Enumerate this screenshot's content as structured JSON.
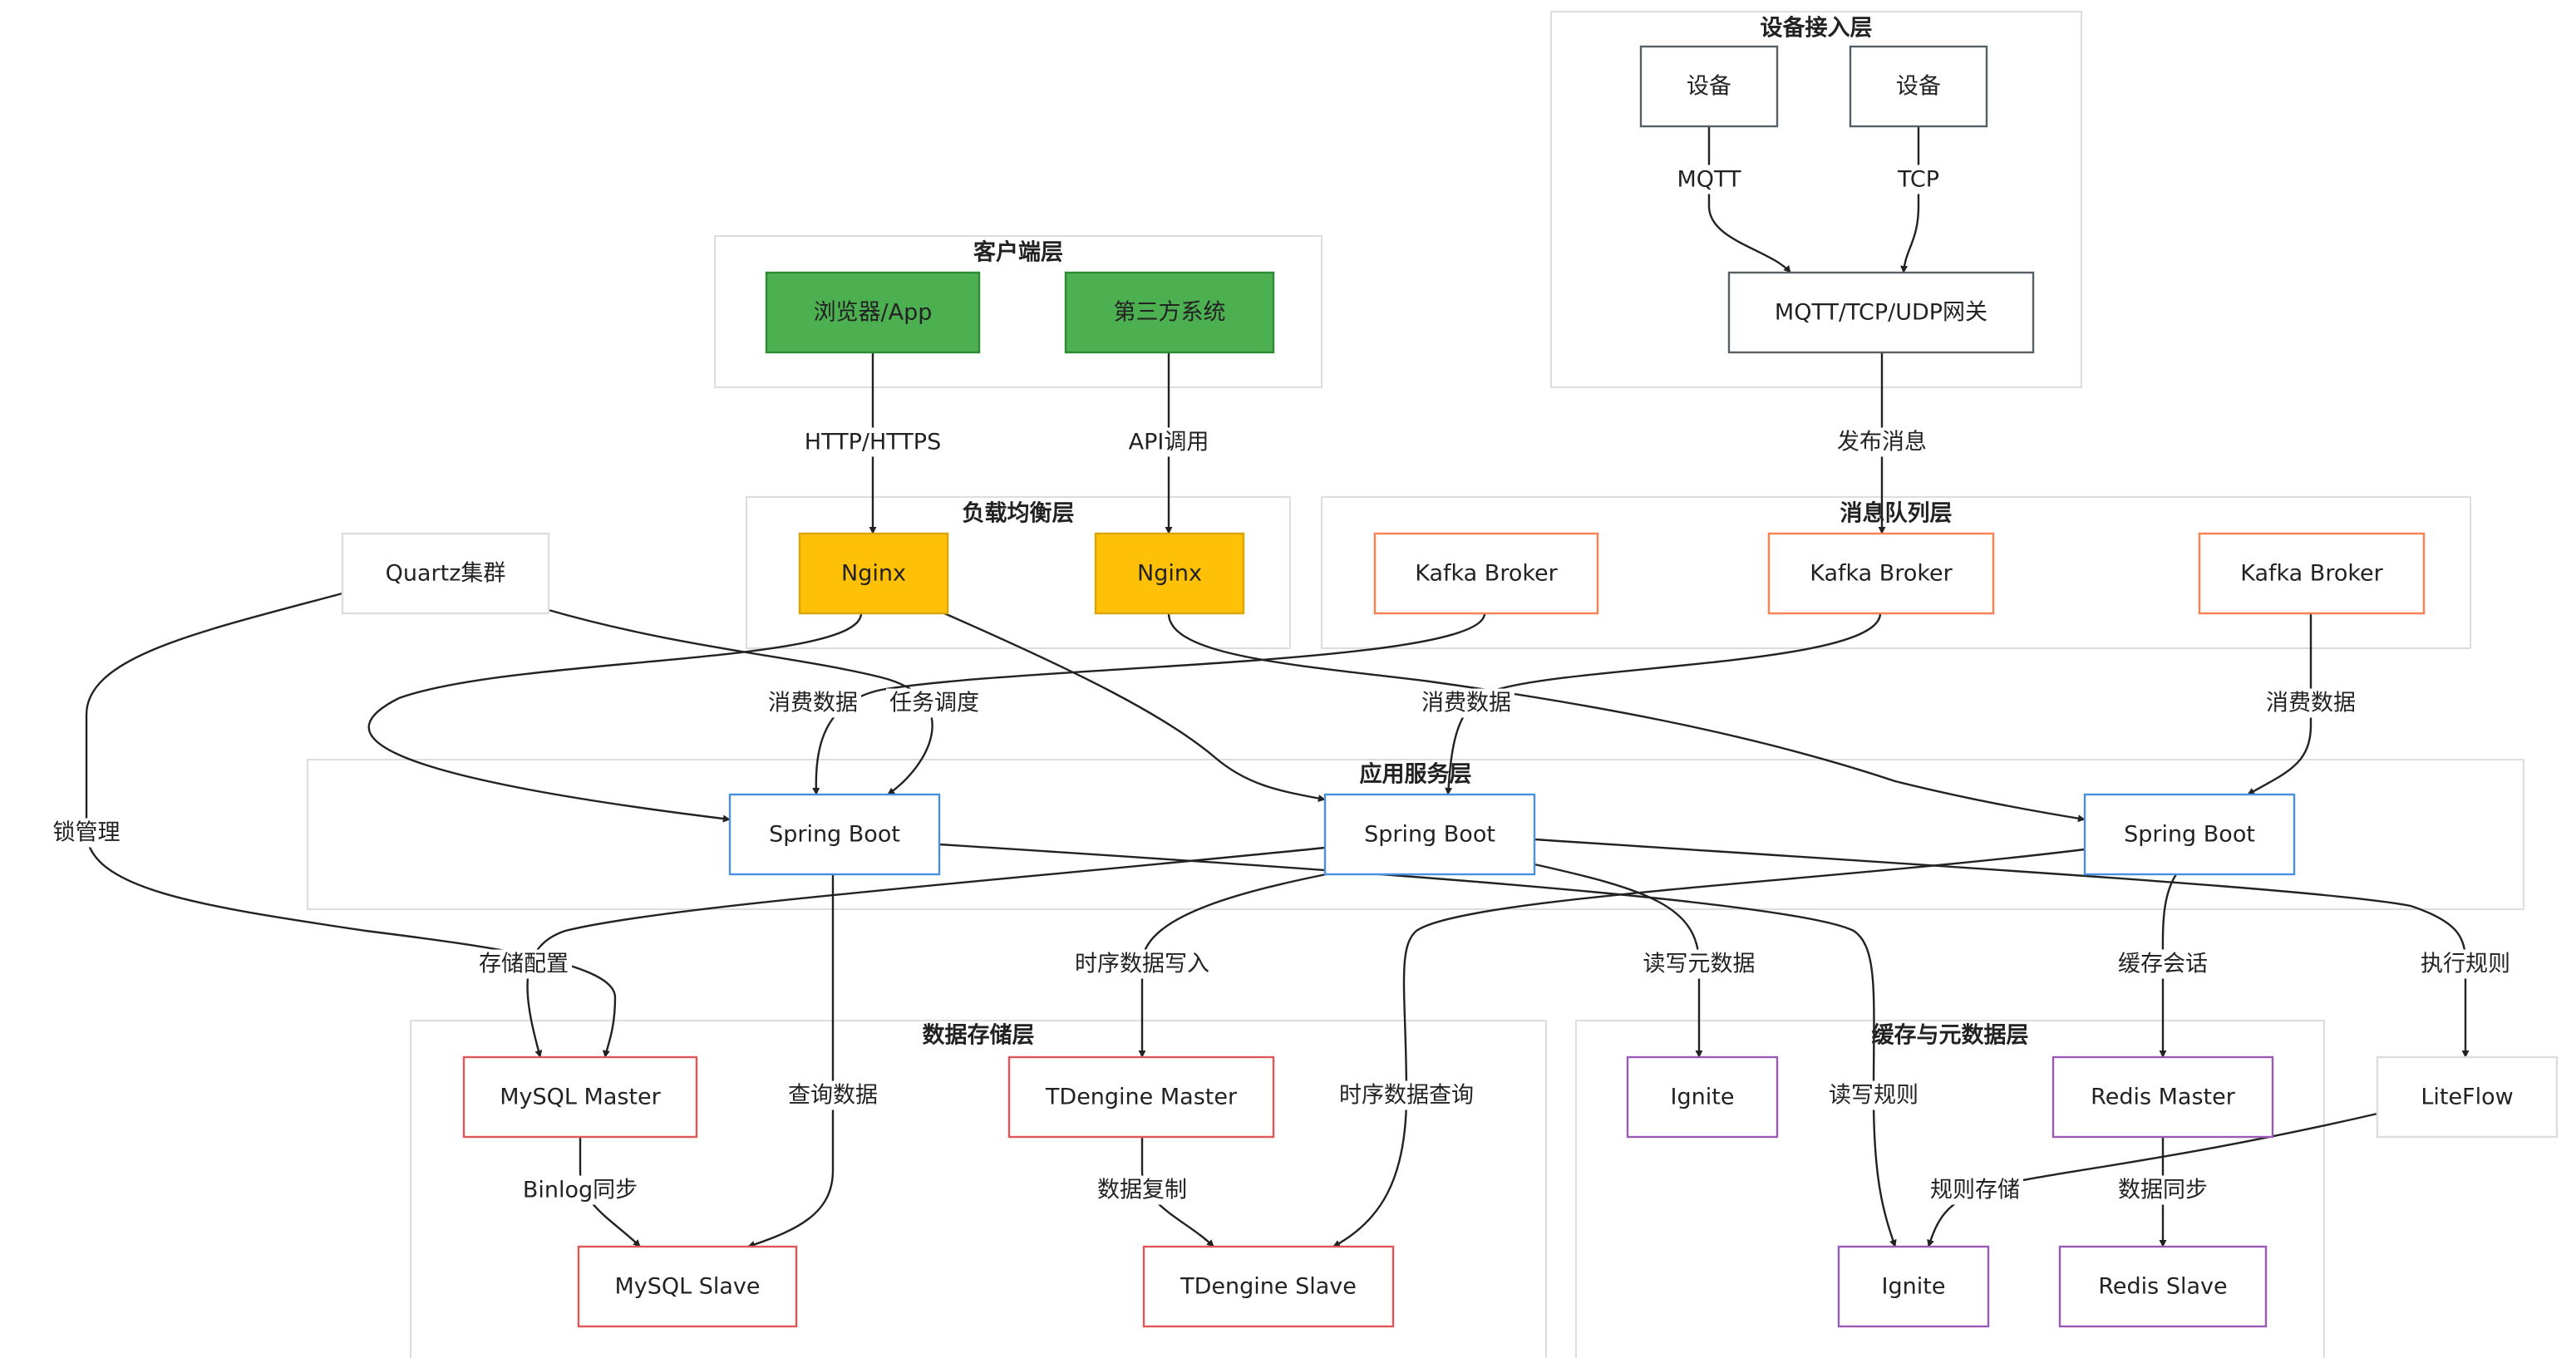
{
  "colors": {
    "client_fill": "#4caf50",
    "client_stroke": "#2e8b35",
    "lb_fill": "#ffc107",
    "lb_stroke": "#d9a300",
    "kafka_stroke": "#ff7f50",
    "app_stroke": "#4a90e2",
    "db_stroke": "#e05555",
    "cache_stroke": "#9b59b6",
    "gateway_stroke": "#555f66",
    "misc_stroke": "#dddddd"
  },
  "clusters": [
    {
      "id": "device",
      "title": "设备接入层"
    },
    {
      "id": "client",
      "title": "客户端层"
    },
    {
      "id": "lb",
      "title": "负载均衡层"
    },
    {
      "id": "mq",
      "title": "消息队列层"
    },
    {
      "id": "app",
      "title": "应用服务层"
    },
    {
      "id": "storage",
      "title": "数据存储层"
    },
    {
      "id": "cache",
      "title": "缓存与元数据层"
    }
  ],
  "nodes": [
    {
      "id": "dev1",
      "label": "设备",
      "style": "gateway"
    },
    {
      "id": "dev2",
      "label": "设备",
      "style": "gateway"
    },
    {
      "id": "gw",
      "label": "MQTT/TCP/UDP网关",
      "style": "gateway"
    },
    {
      "id": "browser",
      "label": "浏览器/App",
      "style": "client"
    },
    {
      "id": "third",
      "label": "第三方系统",
      "style": "client"
    },
    {
      "id": "nginx1",
      "label": "Nginx",
      "style": "lb"
    },
    {
      "id": "nginx2",
      "label": "Nginx",
      "style": "lb"
    },
    {
      "id": "kafka1",
      "label": "Kafka Broker",
      "style": "kafka"
    },
    {
      "id": "kafka2",
      "label": "Kafka Broker",
      "style": "kafka"
    },
    {
      "id": "kafka3",
      "label": "Kafka Broker",
      "style": "kafka"
    },
    {
      "id": "quartz",
      "label": "Quartz集群",
      "style": "misc"
    },
    {
      "id": "sb1",
      "label": "Spring Boot",
      "style": "app"
    },
    {
      "id": "sb2",
      "label": "Spring Boot",
      "style": "app"
    },
    {
      "id": "sb3",
      "label": "Spring Boot",
      "style": "app"
    },
    {
      "id": "mysqlm",
      "label": "MySQL Master",
      "style": "db"
    },
    {
      "id": "mysqls",
      "label": "MySQL Slave",
      "style": "db"
    },
    {
      "id": "tdm",
      "label": "TDengine Master",
      "style": "db"
    },
    {
      "id": "tds",
      "label": "TDengine Slave",
      "style": "db"
    },
    {
      "id": "ignite1",
      "label": "Ignite",
      "style": "cache"
    },
    {
      "id": "ignite2",
      "label": "Ignite",
      "style": "cache"
    },
    {
      "id": "redism",
      "label": "Redis Master",
      "style": "cache"
    },
    {
      "id": "rediss",
      "label": "Redis Slave",
      "style": "cache"
    },
    {
      "id": "liteflow",
      "label": "LiteFlow",
      "style": "misc"
    }
  ],
  "edges": [
    {
      "id": "e-dev1-gw",
      "label": "MQTT"
    },
    {
      "id": "e-dev2-gw",
      "label": "TCP"
    },
    {
      "id": "e-gw-kafka2",
      "label": "发布消息"
    },
    {
      "id": "e-browser-nginx1",
      "label": "HTTP/HTTPS"
    },
    {
      "id": "e-third-nginx2",
      "label": "API调用"
    },
    {
      "id": "e-nginx1-sb1",
      "label": ""
    },
    {
      "id": "e-nginx1-sb2",
      "label": ""
    },
    {
      "id": "e-nginx2-sb3",
      "label": ""
    },
    {
      "id": "e-kafka1-sb1",
      "label": "消费数据"
    },
    {
      "id": "e-quartz-sb1",
      "label": "任务调度"
    },
    {
      "id": "e-kafka2-sb2",
      "label": "消费数据"
    },
    {
      "id": "e-kafka3-sb3",
      "label": "消费数据"
    },
    {
      "id": "e-quartz-mysqlm",
      "label": "锁管理"
    },
    {
      "id": "e-sb2-mysqlm",
      "label": "存储配置"
    },
    {
      "id": "e-sb1-mysqls",
      "label": "查询数据"
    },
    {
      "id": "e-sb2-tdm",
      "label": "时序数据写入"
    },
    {
      "id": "e-sb3-tds",
      "label": "时序数据查询"
    },
    {
      "id": "e-sb2-ignite1",
      "label": "读写元数据"
    },
    {
      "id": "e-sb1-ignite2",
      "label": "读写规则"
    },
    {
      "id": "e-sb3-redism",
      "label": "缓存会话"
    },
    {
      "id": "e-sb2-liteflow",
      "label": "执行规则"
    },
    {
      "id": "e-mysqlm-mysqls",
      "label": "Binlog同步"
    },
    {
      "id": "e-tdm-tds",
      "label": "数据复制"
    },
    {
      "id": "e-liteflow-ignite2",
      "label": "规则存储"
    },
    {
      "id": "e-redism-rediss",
      "label": "数据同步"
    }
  ]
}
